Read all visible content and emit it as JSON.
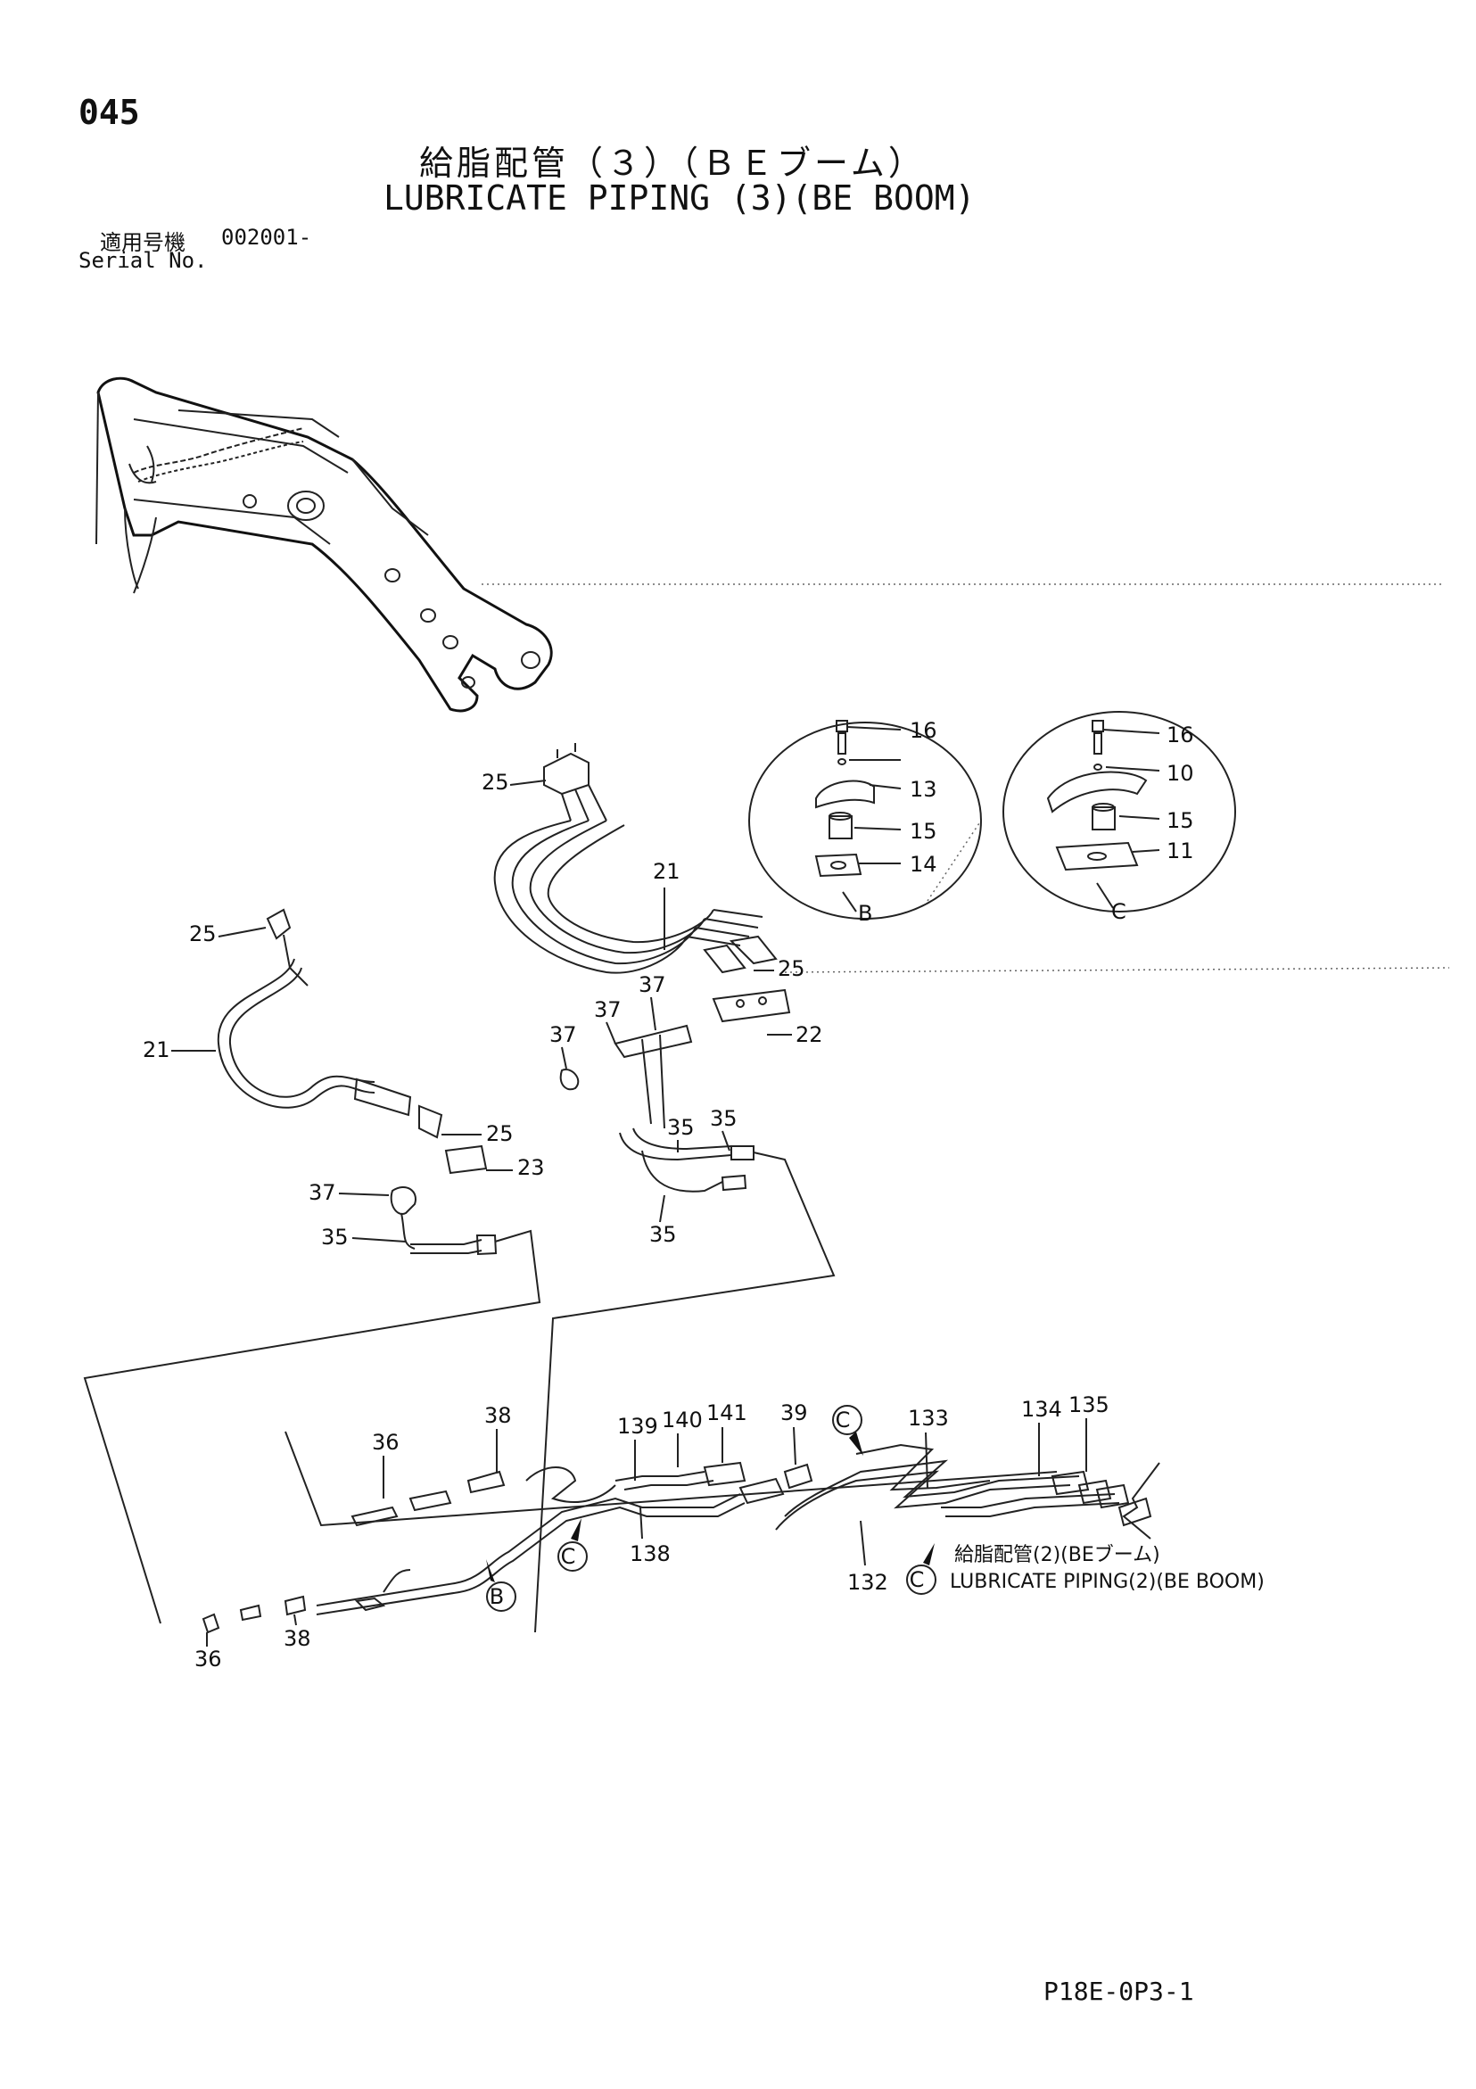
{
  "header": {
    "page_number": "045",
    "title_jp": "給脂配管（３）（ＢＥブーム）",
    "title_en": "LUBRICATE PIPING (3)(BE BOOM)",
    "serial_label_jp": "適用号機",
    "serial_value": "002001-",
    "serial_label_en": "Serial No."
  },
  "details": {
    "B": {
      "label": "B",
      "parts": [
        "16",
        "13",
        "15",
        "14"
      ]
    },
    "C": {
      "label": "C",
      "parts": [
        "16",
        "10",
        "15",
        "11"
      ]
    }
  },
  "callouts": {
    "p25a": "25",
    "p21a": "21",
    "p25b": "25",
    "p37a": "37",
    "p37b": "37",
    "p37c": "37",
    "p22": "22",
    "p35a": "35",
    "p35b": "35",
    "p35c": "35",
    "p25c": "25",
    "p21b": "21",
    "p25d": "25",
    "p23": "23",
    "p37d": "37",
    "p35d": "35",
    "p38a": "38",
    "p36a": "36",
    "p139": "139",
    "p140": "140",
    "p141": "141",
    "p39": "39",
    "p133": "133",
    "p134": "134",
    "p135": "135",
    "p138": "138",
    "p132": "132",
    "p36b": "36",
    "p38b": "38"
  },
  "markers": {
    "b1": "B",
    "c1": "C",
    "c2": "C",
    "c3": "C"
  },
  "reference_note": {
    "jp": "給脂配管(2)(BEブーム)",
    "en": "LUBRICATE PIPING(2)(BE BOOM)"
  },
  "footer": {
    "document_code": "P18E-0P3-1"
  }
}
